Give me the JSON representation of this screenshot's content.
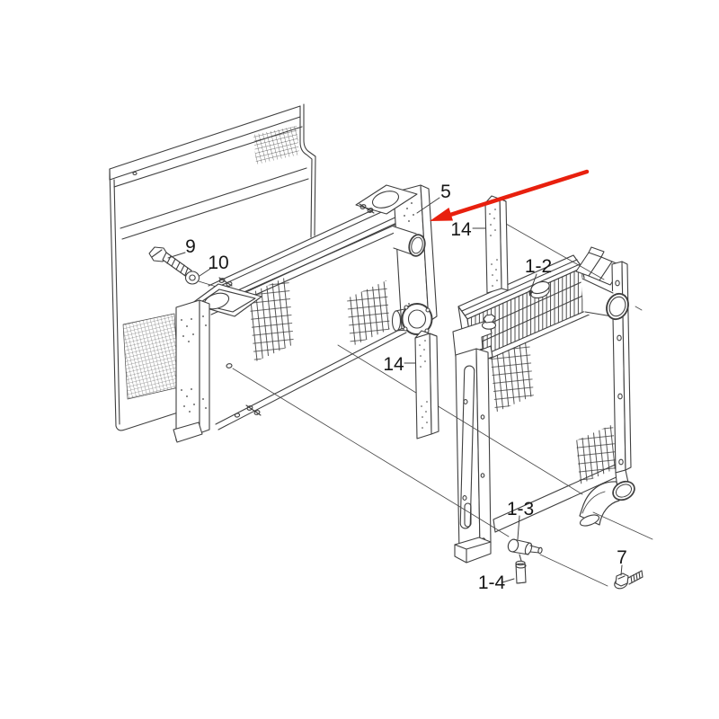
{
  "figure": {
    "type": "exploded-parts-diagram",
    "description": "Radiator assembly exploded view line drawing",
    "background_color": "#ffffff",
    "line_color": "#3f3f3f"
  },
  "red_arrow": {
    "color": "#e8200e",
    "points_to_callout": "5"
  },
  "callouts": [
    {
      "id": "bolt",
      "text": "9"
    },
    {
      "id": "washer",
      "text": "10"
    },
    {
      "id": "radiator-core-assembly",
      "text": "5"
    },
    {
      "id": "seal-strip-upper",
      "text": "14"
    },
    {
      "id": "seal-strip-lower",
      "text": "14"
    },
    {
      "id": "filler-cap",
      "text": "1-2"
    },
    {
      "id": "drain-cock",
      "text": "1-3"
    },
    {
      "id": "drain-tube",
      "text": "1-4"
    },
    {
      "id": "screw",
      "text": "7"
    }
  ]
}
